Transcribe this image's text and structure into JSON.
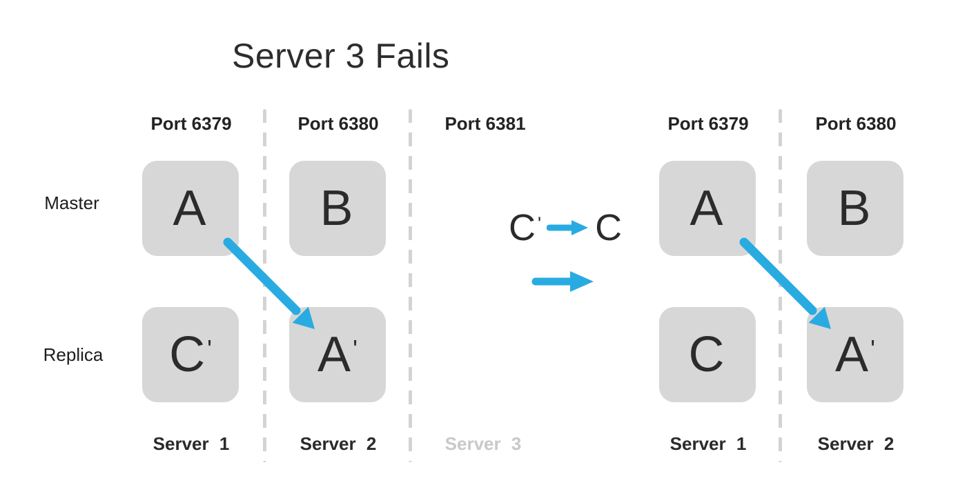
{
  "title": "Server 3 Fails",
  "colors": {
    "accent": "#29abe2",
    "box_fill": "#d7d7d7",
    "text": "#2b2b2b",
    "faded_text": "#c9c9c9"
  },
  "rows": {
    "master": "Master",
    "replica": "Replica"
  },
  "left": {
    "ports": [
      "Port 6379",
      "Port 6380",
      "Port 6381"
    ],
    "servers": [
      "Server 1",
      "Server 2",
      "Server 3"
    ],
    "master_boxes": [
      {
        "letter": "A",
        "prime": ""
      },
      {
        "letter": "B",
        "prime": ""
      }
    ],
    "replica_boxes": [
      {
        "letter": "C",
        "prime": "'"
      },
      {
        "letter": "A",
        "prime": "'"
      }
    ]
  },
  "right": {
    "ports": [
      "Port 6379",
      "Port 6380"
    ],
    "servers": [
      "Server 1",
      "Server 2"
    ],
    "master_boxes": [
      {
        "letter": "A",
        "prime": ""
      },
      {
        "letter": "B",
        "prime": ""
      }
    ],
    "replica_boxes": [
      {
        "letter": "C",
        "prime": ""
      },
      {
        "letter": "A",
        "prime": "'"
      }
    ]
  },
  "transition": {
    "from_letter": "C",
    "from_prime": "'",
    "to_letter": "C",
    "to_prime": ""
  }
}
